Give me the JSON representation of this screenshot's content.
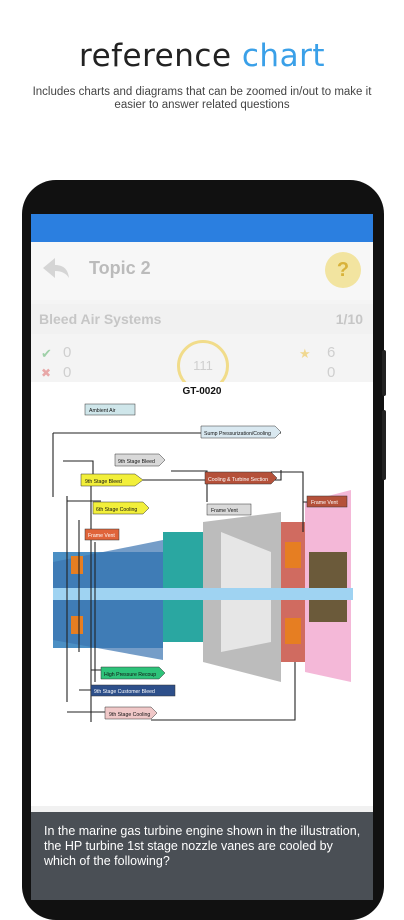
{
  "headline": {
    "text": "reference ",
    "accent": "chart"
  },
  "subhead": "Includes charts and diagrams that can be zoomed in/out to make it easier to answer related questions",
  "colors": {
    "accent": "#3aa0e8",
    "statusbar": "#2b7fe0",
    "question_bg": "#4a4f55"
  },
  "appbar": {
    "title": "Topic 2",
    "back_icon": "back-arrow-icon",
    "help_icon": "help-icon",
    "help_glyph": "?"
  },
  "subbar": {
    "category": "Bleed Air Systems",
    "progress": "1/10"
  },
  "stats": {
    "correct": "0",
    "wrong": "0",
    "timer": "111",
    "score": "6",
    "skipped": "0"
  },
  "diagram": {
    "title": "GT-0020",
    "labels": {
      "ambient_air": "Ambient Air",
      "sump_pressurization": "Sump Pressurization/Cooling",
      "ninth_stage_bleed": "9th Stage Bleed",
      "ninth_stage_bleed_2": "9th Stage Bleed",
      "cooling_turbine_section": "Cooling & Turbine Section",
      "frame_vent_right": "Frame Vent",
      "sixth_stage_cooling": "6th Stage Cooling",
      "frame_vent": "Frame Vent",
      "frame_vent_left": "Frame Vent",
      "high_pressure_recoup": "High Pressure Recoup",
      "sixth_stage_customer_bleed": "9th Stage Customer Bleed",
      "ninth_stage_cooling": "9th Stage Cooling"
    }
  },
  "question": "In the marine gas turbine engine shown in the illustration, the HP turbine 1st stage nozzle vanes are cooled by which of the following?"
}
